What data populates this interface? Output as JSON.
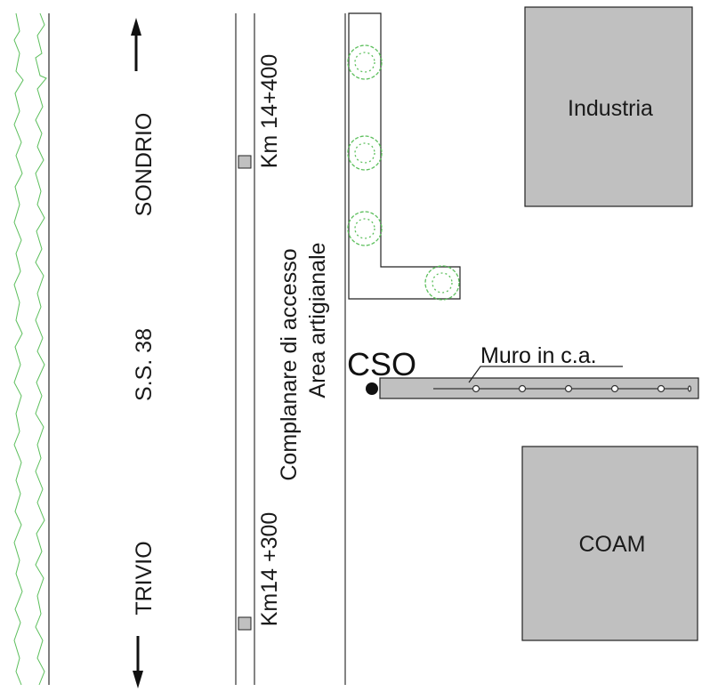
{
  "labels": {
    "north_direction": "SONDRIO",
    "road_name": "S.S. 38",
    "south_direction": "TRIVIO",
    "km_north": "Km 14+400",
    "km_south": "Km14 +300",
    "service_road_line1": "Complanare di accesso",
    "service_road_line2": "Area artigianale",
    "building_north": "Industria",
    "building_south": "COAM",
    "station": "CSO",
    "wall": "Muro in c.a."
  },
  "colors": {
    "vegetation": "#5cbf5c",
    "building_fill": "#c0c0c0",
    "line": "#222222"
  }
}
